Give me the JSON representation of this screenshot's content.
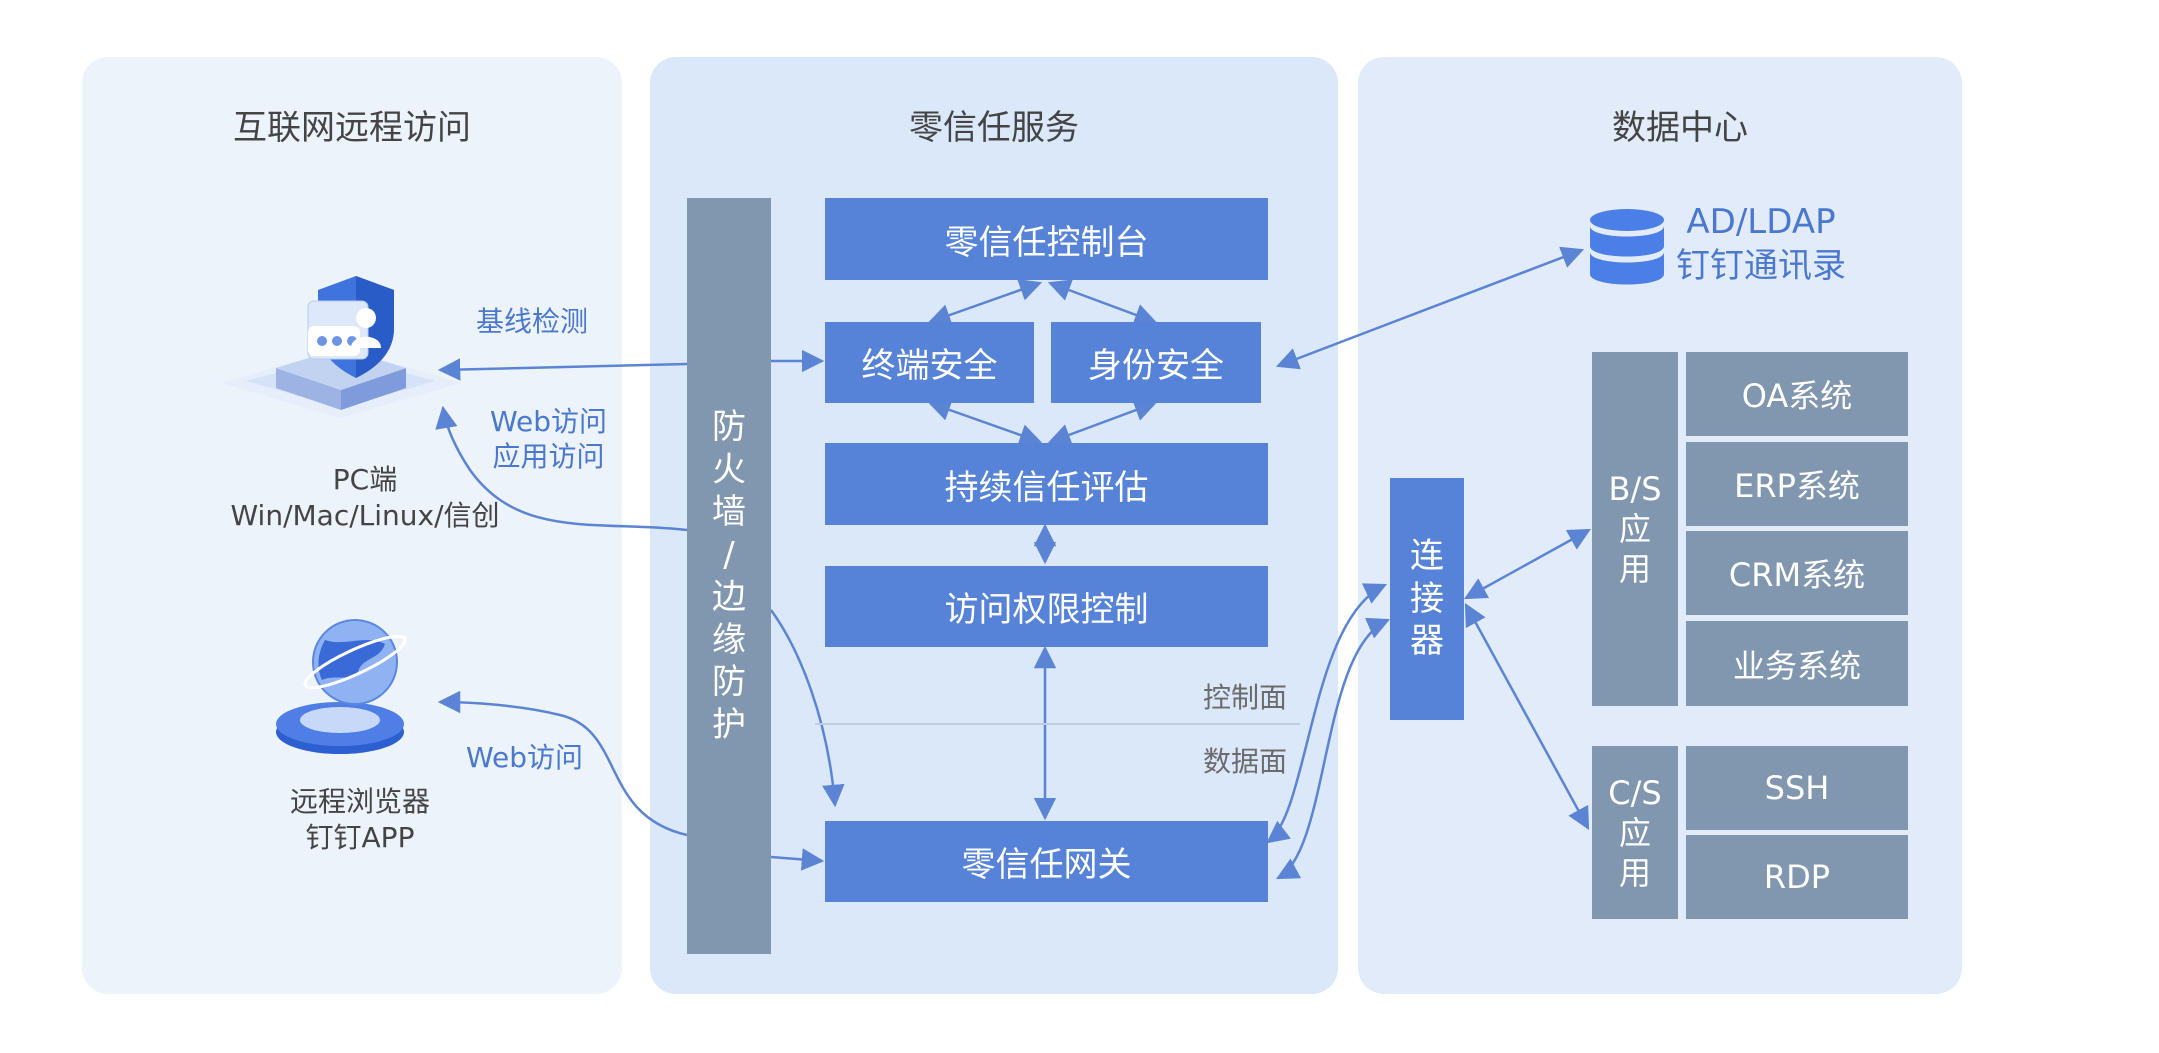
{
  "sections": {
    "internet": "互联网远程访问",
    "zero_trust": "零信任服务",
    "datacenter": "数据中心"
  },
  "firewall": [
    "防",
    "火",
    "墙",
    "/",
    "边",
    "缘",
    "防",
    "护"
  ],
  "zt_boxes": {
    "console": "零信任控制台",
    "endpoint": "终端安全",
    "identity": "身份安全",
    "trust_eval": "持续信任评估",
    "access_ctrl": "访问权限控制",
    "gateway": "零信任网关"
  },
  "planes": {
    "control": "控制面",
    "data": "数据面"
  },
  "clients": {
    "pc_line1": "PC端",
    "pc_line2": "Win/Mac/Linux/信创",
    "browser_line1": "远程浏览器",
    "browser_line2": "钉钉APP"
  },
  "edge_labels": {
    "baseline": "基线检测",
    "web_access": "Web访问",
    "app_access": "应用访问",
    "web_access_2": "Web访问"
  },
  "directory": {
    "line1": "AD/LDAP",
    "line2": "钉钉通讯录"
  },
  "connector": [
    "连",
    "接",
    "器"
  ],
  "bs_group": {
    "side": [
      "B/S",
      "应",
      "用"
    ],
    "apps": [
      "OA系统",
      "ERP系统",
      "CRM系统",
      "业务系统"
    ]
  },
  "cs_group": {
    "side": [
      "C/S",
      "应",
      "用"
    ],
    "apps": [
      "SSH",
      "RDP"
    ]
  },
  "colors": {
    "accent": "#5683d7",
    "gray_block": "#8196af",
    "line": "#5b84d4"
  },
  "icons": [
    "pc-shield-icon",
    "globe-icon",
    "database-icon"
  ]
}
